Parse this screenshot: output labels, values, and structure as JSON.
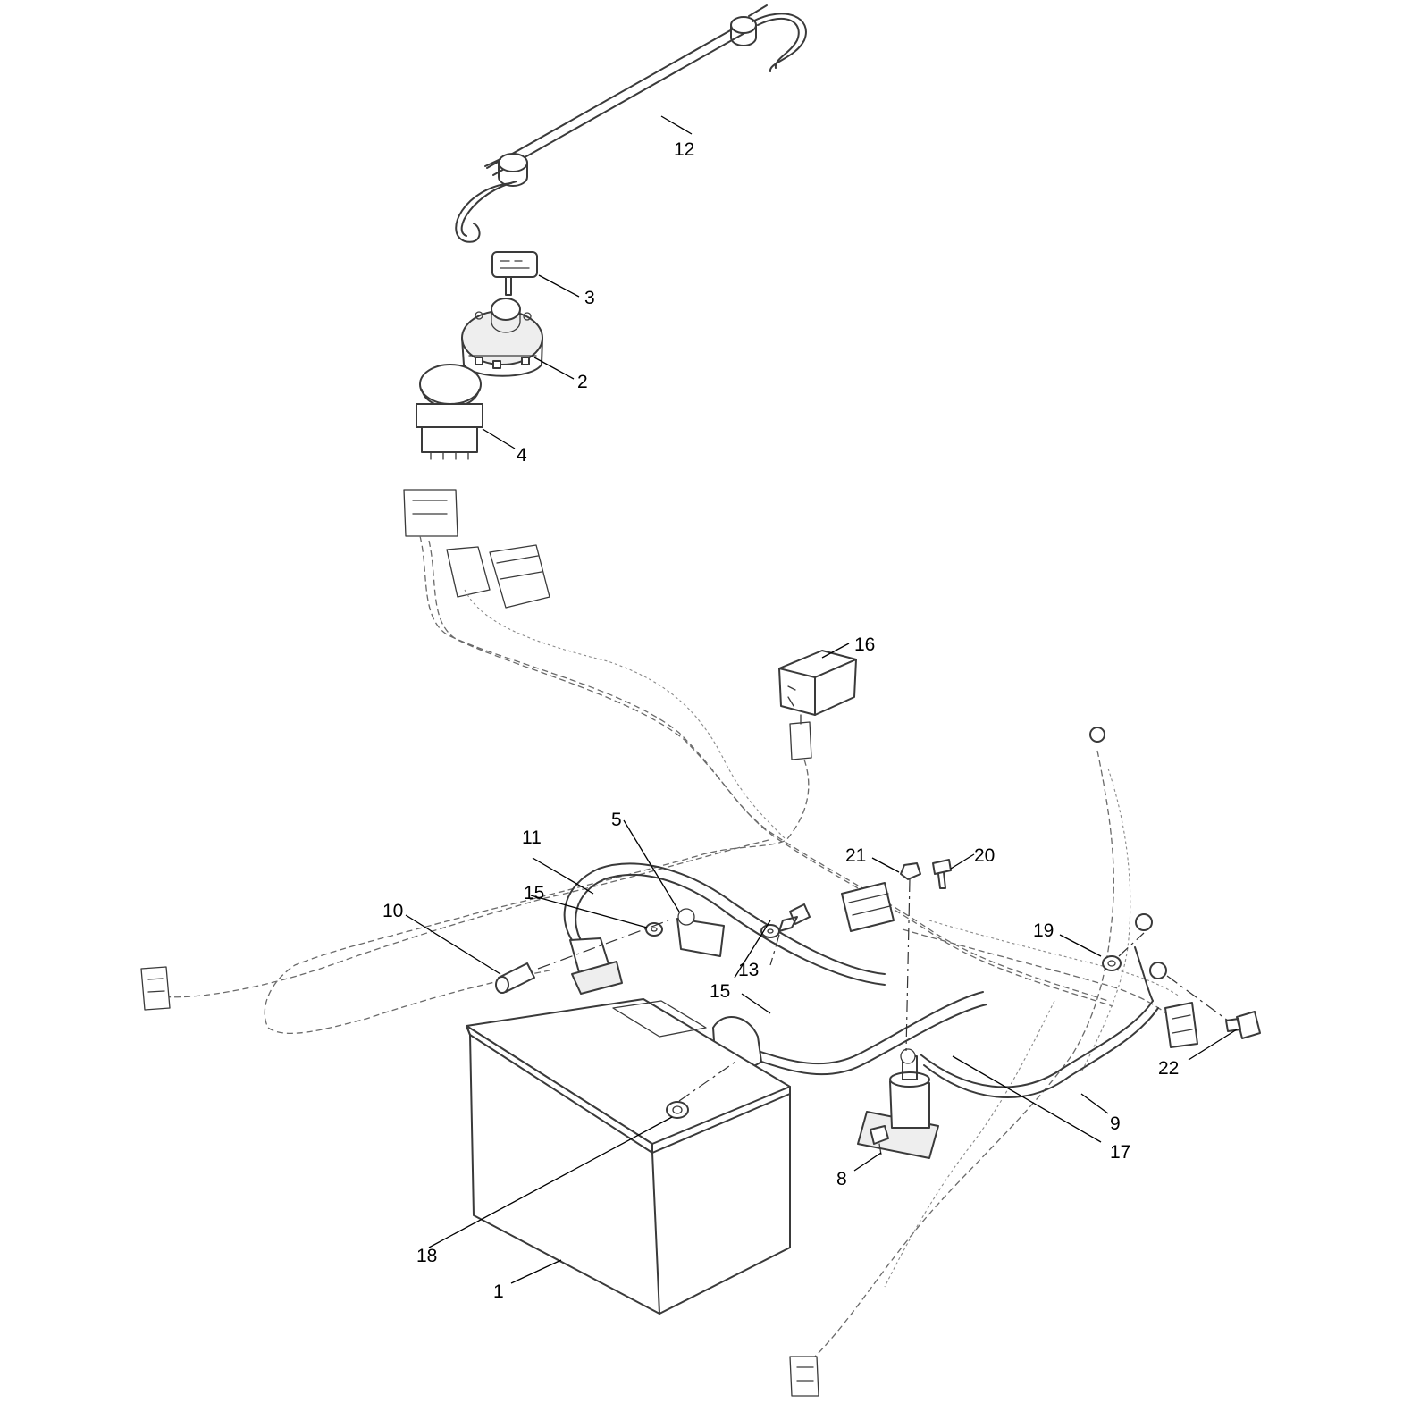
{
  "callouts": [
    {
      "id": "c1",
      "text": "1"
    },
    {
      "id": "c2",
      "text": "2"
    },
    {
      "id": "c3",
      "text": "3"
    },
    {
      "id": "c4",
      "text": "4"
    },
    {
      "id": "c5",
      "text": "5"
    },
    {
      "id": "c8",
      "text": "8"
    },
    {
      "id": "c9",
      "text": "9"
    },
    {
      "id": "c10",
      "text": "10"
    },
    {
      "id": "c11",
      "text": "11"
    },
    {
      "id": "c12",
      "text": "12"
    },
    {
      "id": "c13",
      "text": "13"
    },
    {
      "id": "c15a",
      "text": "15"
    },
    {
      "id": "c15b",
      "text": "15"
    },
    {
      "id": "c16",
      "text": "16"
    },
    {
      "id": "c17",
      "text": "17"
    },
    {
      "id": "c18",
      "text": "18"
    },
    {
      "id": "c19",
      "text": "19"
    },
    {
      "id": "c20",
      "text": "20"
    },
    {
      "id": "c21",
      "text": "21"
    },
    {
      "id": "c22",
      "text": "22"
    }
  ]
}
